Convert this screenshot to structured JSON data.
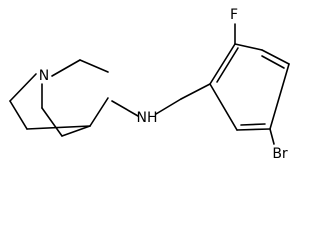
{
  "molecule": {
    "atoms": {
      "n_ring": "N",
      "n_amine": "NH",
      "fluorine": "F",
      "bromine": "Br"
    },
    "colors": {
      "bond": "#000000",
      "label": "#000000",
      "background": "#ffffff"
    }
  }
}
